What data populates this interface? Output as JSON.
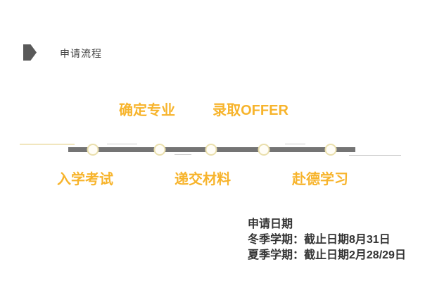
{
  "header": {
    "title": "申请流程"
  },
  "timeline": {
    "stages": [
      {
        "label": "入学考试",
        "position": "below"
      },
      {
        "label": "确定专业",
        "position": "above"
      },
      {
        "label": "递交材料",
        "position": "below"
      },
      {
        "label": "录取OFFER",
        "position": "above"
      },
      {
        "label": "赴德学习",
        "position": "below"
      }
    ]
  },
  "deadlines": {
    "title": "申请日期",
    "lines": [
      "冬季学期：截止日期8月31日",
      "夏季学期：截止日期2月28/29日"
    ]
  },
  "colors": {
    "accent": "#f7b42c",
    "timeline_bar": "#747474",
    "header_dark": "#595959",
    "node_border": "#eadfac",
    "deadline_text": "#333333"
  }
}
